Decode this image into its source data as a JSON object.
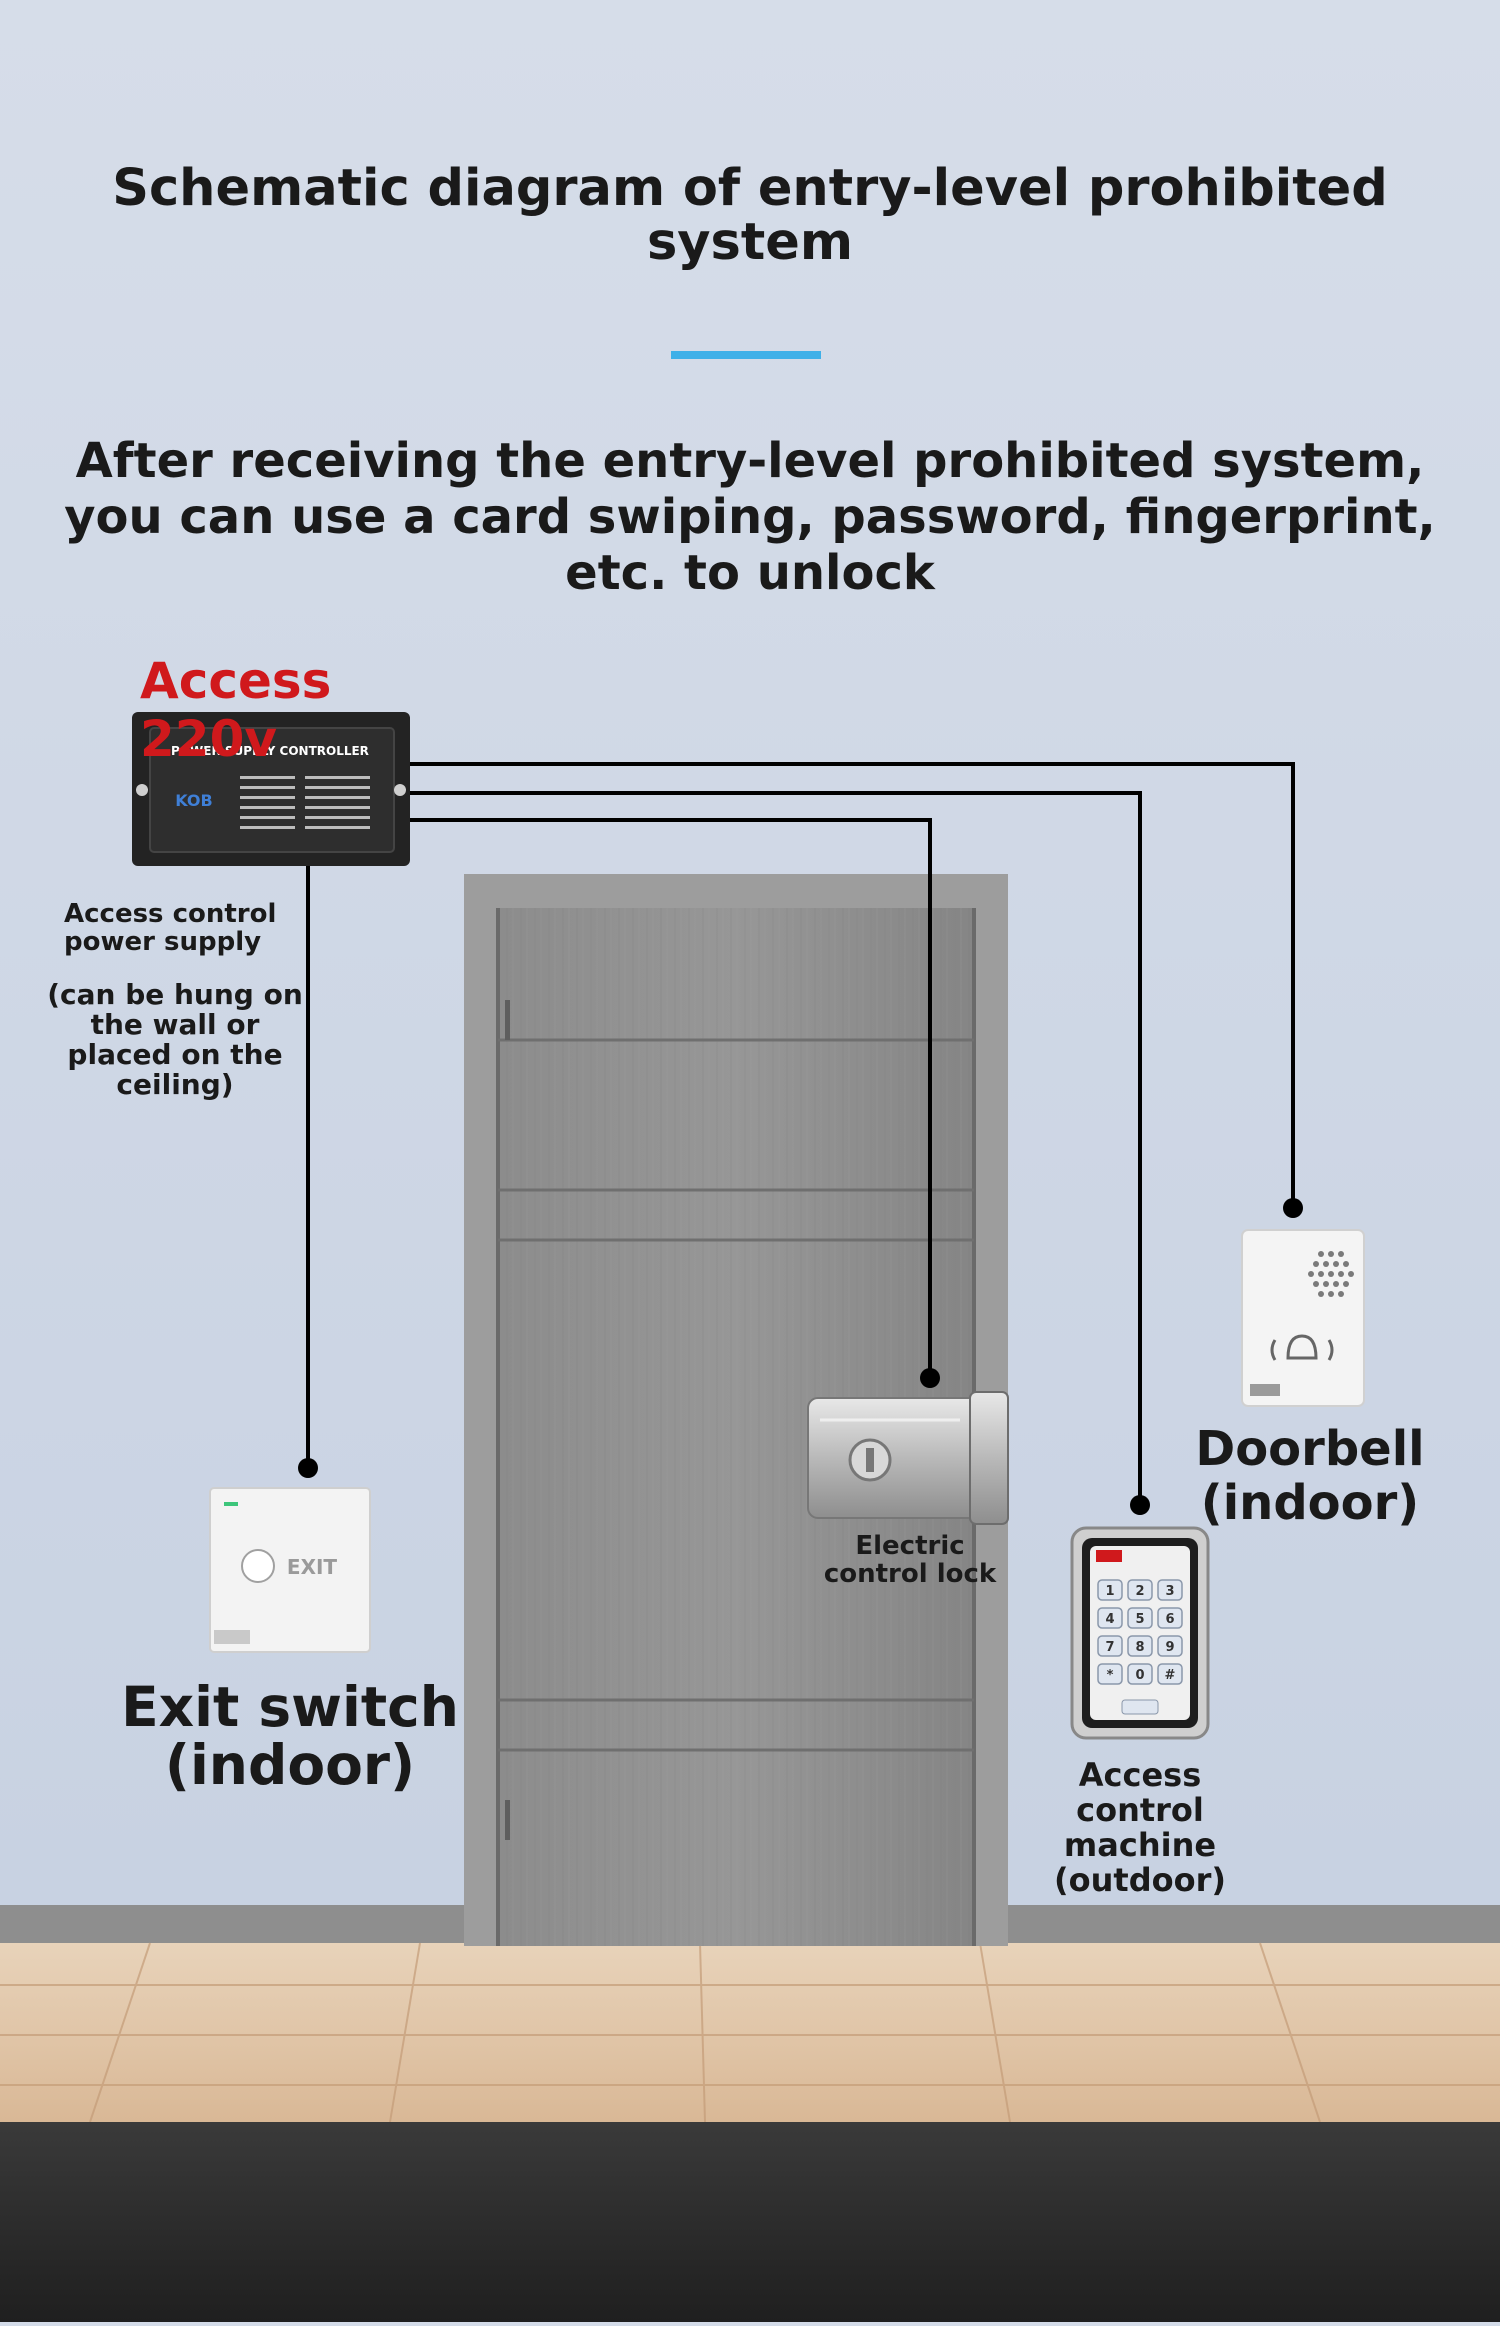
{
  "title": "Schematic diagram of entry-level prohibited system",
  "subtitle": "After receiving the entry-level prohibited system, you can use a card swiping, password, fingerprint, etc. to unlock",
  "power": {
    "access_label": "Access 220v",
    "device_title": "POWER SUPPLY CONTROLLER",
    "brand": "KOB",
    "label": "Access control power supply",
    "note": "(can be hung on the wall or placed on the ceiling)"
  },
  "devices": {
    "lock_label": "Electric control lock",
    "exit_label": "Exit switch (indoor)",
    "exit_button_text": "EXIT",
    "doorbell_label": "Doorbell (indoor)",
    "acm_label": "Access control machine (outdoor)",
    "keypad_keys": [
      "1",
      "2",
      "3",
      "4",
      "5",
      "6",
      "7",
      "8",
      "9",
      "*",
      "0",
      "#"
    ]
  },
  "colors": {
    "wall": "#d3dbe8",
    "accent_line": "#3fb0e8",
    "access_red": "#d0191c",
    "wire": "#000000",
    "door": "#8a8a8a",
    "floor": "#e2c7a8",
    "base": "#2a2a2a"
  }
}
